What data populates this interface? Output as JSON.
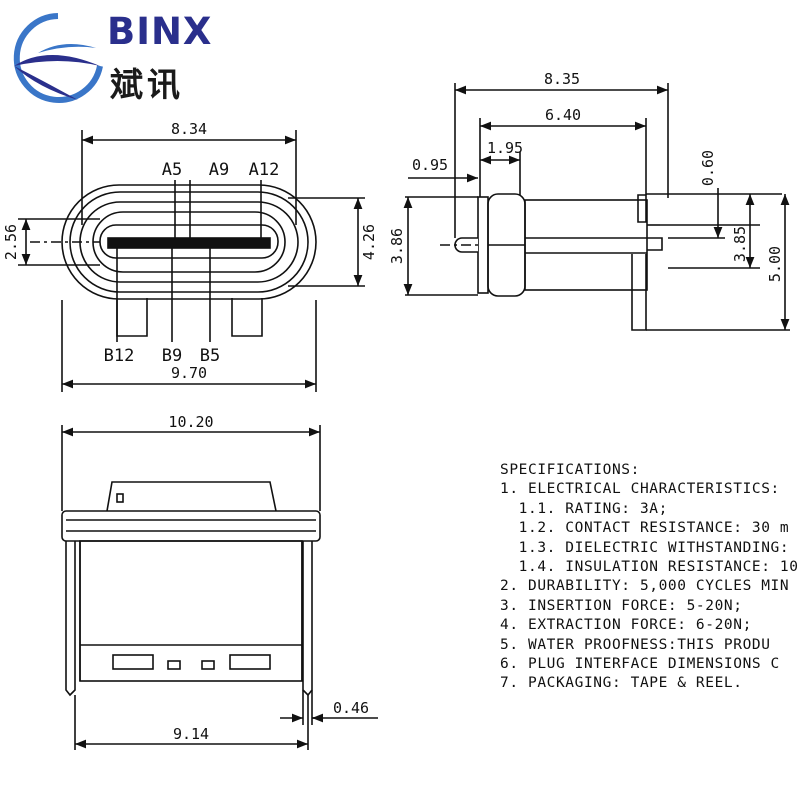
{
  "logo": {
    "brand": "BINX",
    "brand_cn": "斌讯",
    "colors": {
      "blue": "#2a2f8c",
      "light_blue": "#3a76c8"
    }
  },
  "front_view": {
    "width_top": "8.34",
    "width_bottom": "9.70",
    "height_inner": "2.56",
    "height_outer": "4.26",
    "pins_top": [
      "A5",
      "A9",
      "A12"
    ],
    "pins_bottom": [
      "B12",
      "B9",
      "B5"
    ]
  },
  "side_view": {
    "length_total": "8.35",
    "length_body": "6.40",
    "offset_tongue": "1.95",
    "offset_flange": "0.95",
    "pin_thickness": "0.60",
    "height_flange": "3.86",
    "height_pin_span": "3.85",
    "height_total": "5.00"
  },
  "bottom_view": {
    "width_top": "10.20",
    "width_bottom": "9.14",
    "pin_width": "0.46"
  },
  "specifications": {
    "lines": [
      "SPECIFICATIONS:",
      "1. ELECTRICAL CHARACTERISTICS:",
      "  1.1. RATING: 3A;",
      "  1.2. CONTACT RESISTANCE: 30 m",
      "  1.3. DIELECTRIC WITHSTANDING:",
      "  1.4. INSULATION RESISTANCE: 10",
      "2. DURABILITY: 5,000 CYCLES MIN",
      "3. INSERTION FORCE: 5-20N;",
      "4. EXTRACTION FORCE: 6-20N;",
      "5. WATER PROOFNESS:THIS PRODU",
      "6. PLUG INTERFACE DIMENSIONS C",
      "7. PACKAGING: TAPE & REEL."
    ]
  }
}
